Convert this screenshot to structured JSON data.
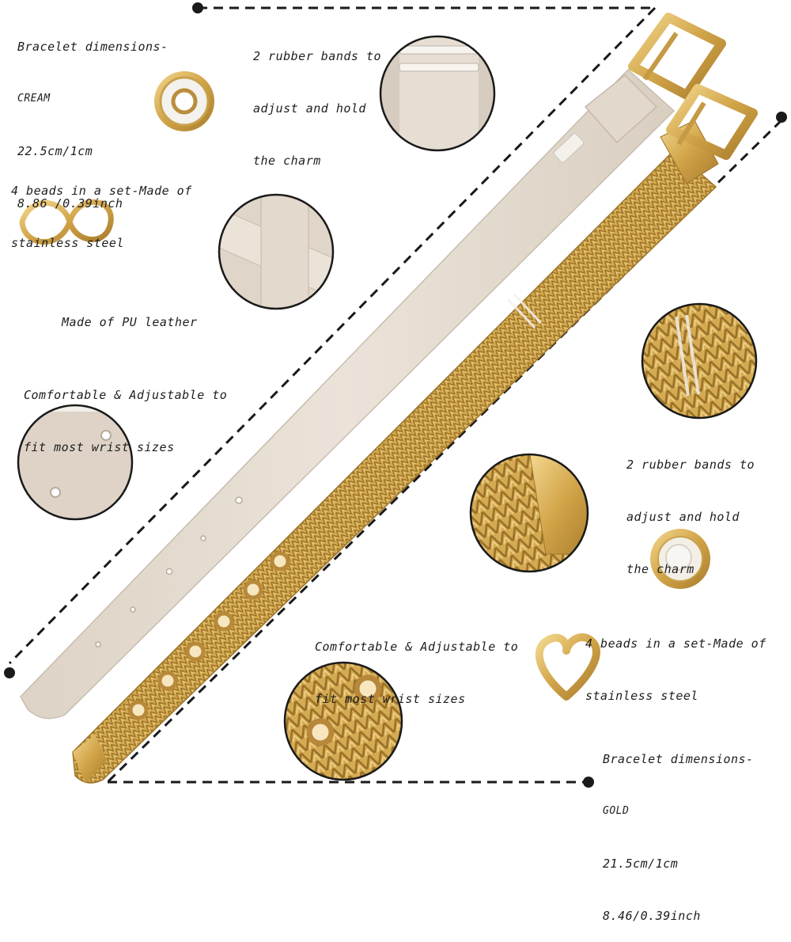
{
  "annotations": {
    "cream_dimensions": {
      "line1": "Bracelet dimensions-",
      "line2": "CREAM",
      "line3": "22.5cm/1cm",
      "line4": "8.86 /0.39inch"
    },
    "rubber_bands_top": {
      "line1": "2 rubber bands to",
      "line2": "adjust and hold",
      "line3": "the charm"
    },
    "beads_left": {
      "line1": "4 beads in a set-Made of",
      "line2": "stainless steel"
    },
    "pu_leather": {
      "line1": "Made of PU leather"
    },
    "comfortable_left": {
      "line1": "Comfortable & Adjustable to",
      "line2": "fit most wrist sizes"
    },
    "rubber_bands_right": {
      "line1": "2 rubber bands to",
      "line2": "adjust and hold",
      "line3": "the charm"
    },
    "beads_right": {
      "line1": "4 beads in a set-Made of",
      "line2": "stainless steel"
    },
    "comfortable_bottom": {
      "line1": "Comfortable & Adjustable to",
      "line2": "fit most wrist sizes"
    },
    "gold_dimensions": {
      "line1": "Bracelet dimensions-",
      "line2": "GOLD",
      "line3": "21.5cm/1cm",
      "line4": "8.46/0.39inch"
    }
  },
  "colors": {
    "leather": "#e6ddd2",
    "leather_shade": "#cfc3b4",
    "gold": "#d2a94e",
    "gold_dark": "#a47a2c",
    "gold_light": "#f1d489",
    "circle_stroke": "#1a1a1a",
    "dashed_line": "#1a1a1a"
  }
}
